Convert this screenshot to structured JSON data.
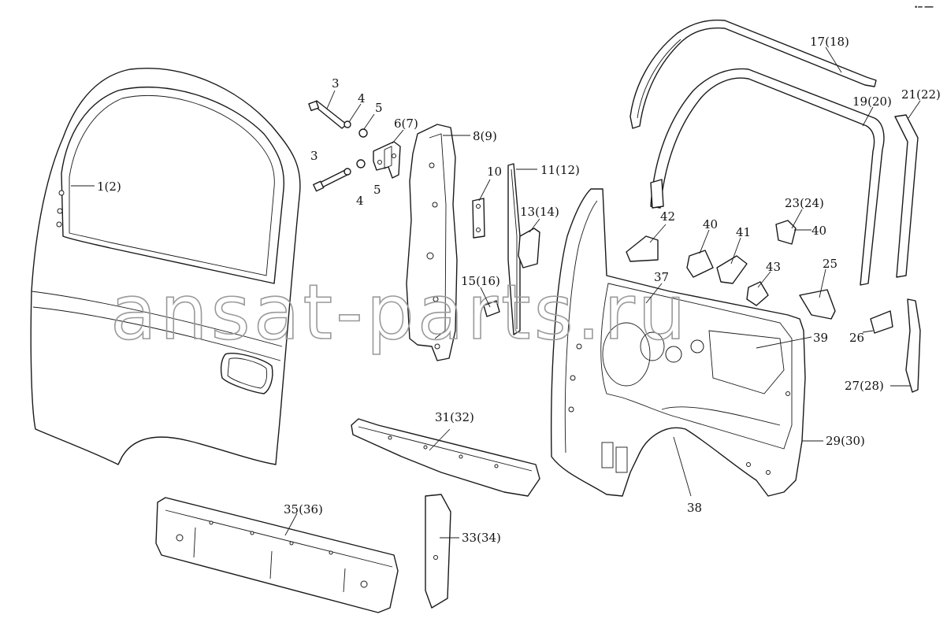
{
  "watermark": "ansat-parts.ru",
  "corner_mark": "•━ ━━",
  "callouts": {
    "c1": "1(2)",
    "c3a": "3",
    "c3b": "3",
    "c4a": "4",
    "c4b": "4",
    "c5a": "5",
    "c5b": "5",
    "c6": "6(7)",
    "c8": "8(9)",
    "c10": "10",
    "c11": "11(12)",
    "c13": "13(14)",
    "c15": "15(16)",
    "c17": "17(18)",
    "c19": "19(20)",
    "c21": "21(22)",
    "c23": "23(24)",
    "c25": "25",
    "c26": "26",
    "c27": "27(28)",
    "c29": "29(30)",
    "c31": "31(32)",
    "c33": "33(34)",
    "c35": "35(36)",
    "c37": "37",
    "c38": "38",
    "c39": "39",
    "c40a": "40",
    "c40b": "40",
    "c41": "41",
    "c42": "42",
    "c43": "43"
  }
}
